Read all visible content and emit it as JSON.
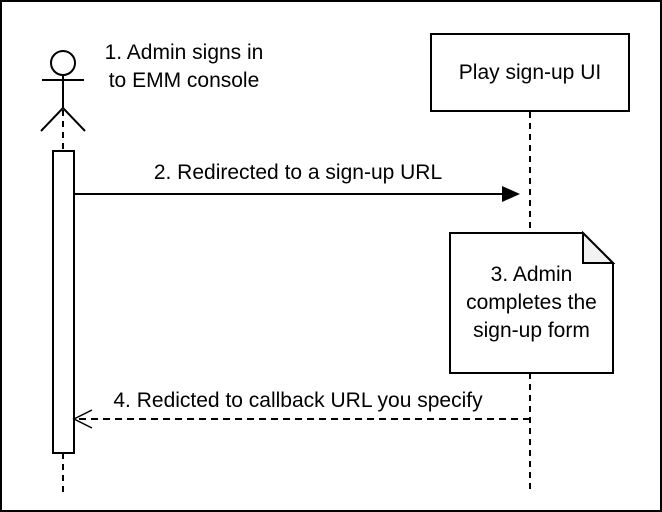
{
  "diagram": {
    "type": "uml-sequence",
    "colors": {
      "stroke": "#000000",
      "background": "#ffffff",
      "note_fold": "#f2f2f2"
    },
    "actor": {
      "icon": "stick-figure-actor-icon",
      "label_lines": [
        "1. Admin signs in",
        "to EMM console"
      ]
    },
    "participant": {
      "label": "Play sign-up UI"
    },
    "messages": {
      "redirect": {
        "label": "2. Redirected to a sign-up URL",
        "line_style": "solid",
        "arrowhead": "filled",
        "direction": "right"
      },
      "callback": {
        "label": "4. Redicted to callback URL you specify",
        "line_style": "dashed",
        "arrowhead": "open",
        "direction": "left"
      }
    },
    "note": {
      "lines": [
        "3. Admin",
        "completes the",
        "sign-up form"
      ]
    }
  }
}
